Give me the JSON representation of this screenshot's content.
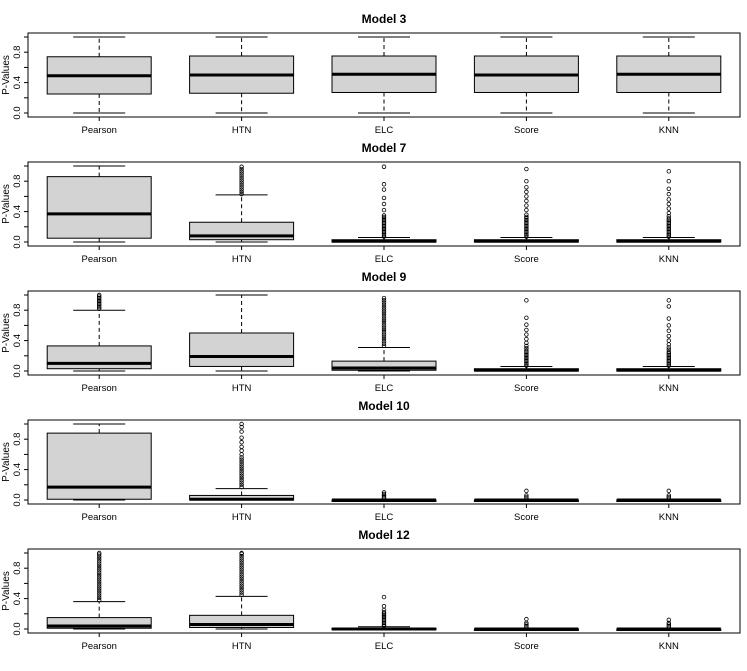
{
  "chart_data": [
    {
      "type": "box",
      "title": "Model 3",
      "ylabel": "P-Values",
      "ylim": [
        0,
        1
      ],
      "yticks": [
        "0.0",
        "0.4",
        "0.8"
      ],
      "categories": [
        "Pearson",
        "HTN",
        "ELC",
        "Score",
        "KNN"
      ],
      "boxes": [
        {
          "min": 0.0,
          "q1": 0.25,
          "median": 0.49,
          "q3": 0.74,
          "max": 1.0,
          "outliers": []
        },
        {
          "min": 0.0,
          "q1": 0.26,
          "median": 0.5,
          "q3": 0.75,
          "max": 1.0,
          "outliers": []
        },
        {
          "min": 0.0,
          "q1": 0.27,
          "median": 0.51,
          "q3": 0.75,
          "max": 1.0,
          "outliers": []
        },
        {
          "min": 0.0,
          "q1": 0.27,
          "median": 0.5,
          "q3": 0.75,
          "max": 1.0,
          "outliers": []
        },
        {
          "min": 0.0,
          "q1": 0.27,
          "median": 0.51,
          "q3": 0.75,
          "max": 1.0,
          "outliers": []
        }
      ]
    },
    {
      "type": "box",
      "title": "Model 7",
      "ylabel": "P-Values",
      "ylim": [
        0,
        1
      ],
      "yticks": [
        "0.0",
        "0.4",
        "0.8"
      ],
      "categories": [
        "Pearson",
        "HTN",
        "ELC",
        "Score",
        "KNN"
      ],
      "boxes": [
        {
          "min": 0.0,
          "q1": 0.05,
          "median": 0.37,
          "q3": 0.86,
          "max": 1.0,
          "outliers": []
        },
        {
          "min": 0.0,
          "q1": 0.03,
          "median": 0.08,
          "q3": 0.26,
          "max": 0.62,
          "outliers": [
            0.63,
            0.66,
            0.69,
            0.72,
            0.75,
            0.78,
            0.81,
            0.84,
            0.87,
            0.9,
            0.93,
            0.96,
            0.99
          ]
        },
        {
          "min": 0.0,
          "q1": 0.0,
          "median": 0.01,
          "q3": 0.03,
          "max": 0.06,
          "outliers": [
            0.07,
            0.09,
            0.11,
            0.13,
            0.15,
            0.17,
            0.19,
            0.21,
            0.23,
            0.25,
            0.27,
            0.29,
            0.31,
            0.33,
            0.35,
            0.42,
            0.5,
            0.58,
            0.69,
            0.76,
            0.99
          ]
        },
        {
          "min": 0.0,
          "q1": 0.0,
          "median": 0.01,
          "q3": 0.03,
          "max": 0.06,
          "outliers": [
            0.07,
            0.09,
            0.11,
            0.13,
            0.15,
            0.17,
            0.19,
            0.21,
            0.23,
            0.25,
            0.27,
            0.29,
            0.31,
            0.33,
            0.36,
            0.42,
            0.48,
            0.54,
            0.6,
            0.66,
            0.72,
            0.8,
            0.96
          ]
        },
        {
          "min": 0.0,
          "q1": 0.0,
          "median": 0.01,
          "q3": 0.03,
          "max": 0.06,
          "outliers": [
            0.07,
            0.09,
            0.11,
            0.13,
            0.15,
            0.17,
            0.19,
            0.21,
            0.23,
            0.25,
            0.27,
            0.29,
            0.31,
            0.34,
            0.38,
            0.44,
            0.5,
            0.56,
            0.63,
            0.7,
            0.8,
            0.93
          ]
        }
      ]
    },
    {
      "type": "box",
      "title": "Model 9",
      "ylabel": "P-Values",
      "ylim": [
        0,
        1
      ],
      "yticks": [
        "0.0",
        "0.4",
        "0.8"
      ],
      "categories": [
        "Pearson",
        "HTN",
        "ELC",
        "Score",
        "KNN"
      ],
      "boxes": [
        {
          "min": 0.0,
          "q1": 0.03,
          "median": 0.1,
          "q3": 0.33,
          "max": 0.8,
          "outliers": [
            0.82,
            0.84,
            0.86,
            0.88,
            0.9,
            0.92,
            0.94,
            0.96,
            0.98,
            1.0
          ]
        },
        {
          "min": 0.0,
          "q1": 0.06,
          "median": 0.19,
          "q3": 0.5,
          "max": 1.0,
          "outliers": []
        },
        {
          "min": 0.0,
          "q1": 0.01,
          "median": 0.04,
          "q3": 0.13,
          "max": 0.31,
          "outliers": [
            0.33,
            0.36,
            0.39,
            0.42,
            0.45,
            0.48,
            0.51,
            0.54,
            0.57,
            0.6,
            0.63,
            0.66,
            0.69,
            0.72,
            0.75,
            0.78,
            0.81,
            0.84,
            0.87,
            0.9,
            0.93,
            0.96
          ]
        },
        {
          "min": 0.0,
          "q1": 0.0,
          "median": 0.01,
          "q3": 0.03,
          "max": 0.06,
          "outliers": [
            0.07,
            0.09,
            0.11,
            0.13,
            0.15,
            0.17,
            0.19,
            0.21,
            0.23,
            0.25,
            0.27,
            0.3,
            0.33,
            0.37,
            0.42,
            0.48,
            0.54,
            0.61,
            0.7,
            0.93
          ]
        },
        {
          "min": 0.0,
          "q1": 0.0,
          "median": 0.01,
          "q3": 0.03,
          "max": 0.06,
          "outliers": [
            0.07,
            0.09,
            0.11,
            0.13,
            0.15,
            0.17,
            0.19,
            0.21,
            0.23,
            0.25,
            0.28,
            0.31,
            0.35,
            0.4,
            0.46,
            0.53,
            0.6,
            0.69,
            0.85,
            0.93
          ]
        }
      ]
    },
    {
      "type": "box",
      "title": "Model 10",
      "ylabel": "P-Values",
      "ylim": [
        0,
        1
      ],
      "yticks": [
        "0.0",
        "0.4",
        "0.8"
      ],
      "categories": [
        "Pearson",
        "HTN",
        "ELC",
        "Score",
        "KNN"
      ],
      "boxes": [
        {
          "min": 0.0,
          "q1": 0.01,
          "median": 0.17,
          "q3": 0.88,
          "max": 1.0,
          "outliers": []
        },
        {
          "min": 0.0,
          "q1": 0.0,
          "median": 0.01,
          "q3": 0.06,
          "max": 0.15,
          "outliers": [
            0.17,
            0.2,
            0.23,
            0.26,
            0.29,
            0.32,
            0.35,
            0.38,
            0.41,
            0.44,
            0.47,
            0.5,
            0.53,
            0.56,
            0.6,
            0.65,
            0.7,
            0.76,
            0.82,
            0.9,
            0.96,
            1.0
          ]
        },
        {
          "min": 0.0,
          "q1": 0.0,
          "median": 0.0,
          "q3": 0.0,
          "max": 0.01,
          "outliers": [
            0.02,
            0.04,
            0.06,
            0.08,
            0.1
          ]
        },
        {
          "min": 0.0,
          "q1": 0.0,
          "median": 0.0,
          "q3": 0.0,
          "max": 0.01,
          "outliers": [
            0.02,
            0.04,
            0.06,
            0.12
          ]
        },
        {
          "min": 0.0,
          "q1": 0.0,
          "median": 0.0,
          "q3": 0.0,
          "max": 0.01,
          "outliers": [
            0.02,
            0.04,
            0.06,
            0.12
          ]
        }
      ]
    },
    {
      "type": "box",
      "title": "Model 12",
      "ylabel": "P-Values",
      "ylim": [
        0,
        1
      ],
      "yticks": [
        "0.0",
        "0.4",
        "0.8"
      ],
      "categories": [
        "Pearson",
        "HTN",
        "ELC",
        "Score",
        "KNN"
      ],
      "boxes": [
        {
          "min": 0.0,
          "q1": 0.01,
          "median": 0.04,
          "q3": 0.15,
          "max": 0.36,
          "outliers": [
            0.38,
            0.41,
            0.44,
            0.47,
            0.5,
            0.53,
            0.56,
            0.59,
            0.62,
            0.65,
            0.68,
            0.71,
            0.74,
            0.77,
            0.8,
            0.83,
            0.86,
            0.89,
            0.92,
            0.95,
            0.98,
            1.0
          ]
        },
        {
          "min": 0.0,
          "q1": 0.02,
          "median": 0.06,
          "q3": 0.18,
          "max": 0.43,
          "outliers": [
            0.45,
            0.48,
            0.51,
            0.54,
            0.57,
            0.6,
            0.63,
            0.66,
            0.69,
            0.72,
            0.75,
            0.78,
            0.81,
            0.84,
            0.87,
            0.9,
            0.93,
            0.96,
            0.99,
            1.0
          ]
        },
        {
          "min": 0.0,
          "q1": 0.0,
          "median": 0.0,
          "q3": 0.01,
          "max": 0.03,
          "outliers": [
            0.04,
            0.06,
            0.08,
            0.1,
            0.12,
            0.14,
            0.16,
            0.18,
            0.2,
            0.22,
            0.25,
            0.3,
            0.42
          ]
        },
        {
          "min": 0.0,
          "q1": 0.0,
          "median": 0.0,
          "q3": 0.0,
          "max": 0.01,
          "outliers": [
            0.02,
            0.04,
            0.06,
            0.08,
            0.13
          ]
        },
        {
          "min": 0.0,
          "q1": 0.0,
          "median": 0.0,
          "q3": 0.0,
          "max": 0.01,
          "outliers": [
            0.02,
            0.04,
            0.06,
            0.08,
            0.12
          ]
        }
      ]
    }
  ]
}
